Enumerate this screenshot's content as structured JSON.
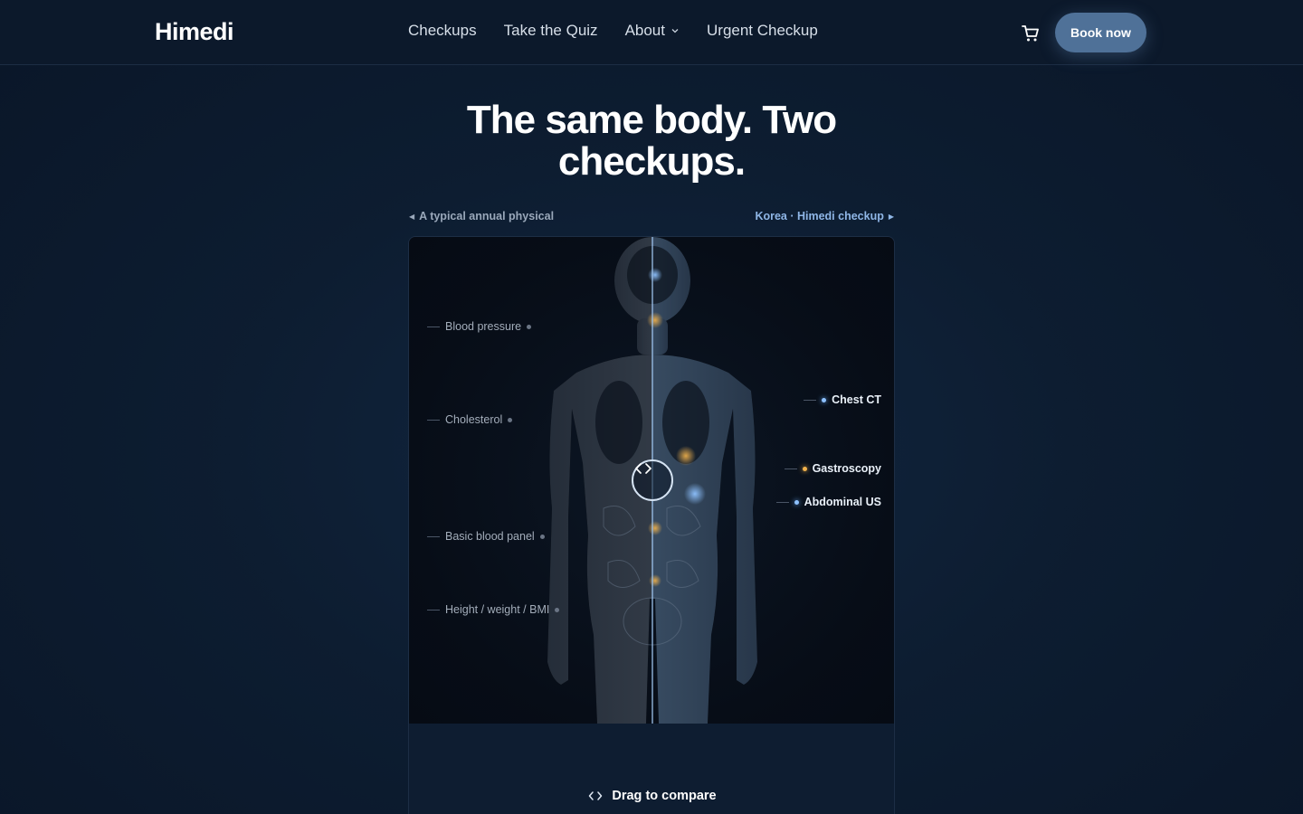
{
  "brand": {
    "logo": "Himedi"
  },
  "nav": {
    "links": [
      "Checkups",
      "Take the Quiz",
      "About",
      "Urgent Checkup"
    ],
    "cart_icon": "cart-icon",
    "book_label": "Book now"
  },
  "hero": {
    "title": "The same body. Two checkups."
  },
  "compare": {
    "left_label": "A typical annual physical",
    "right_label": "Korea · Himedi checkup",
    "left_items": [
      "Blood pressure",
      "Cholesterol",
      "Basic blood panel",
      "Height / weight / BMI"
    ],
    "right_items": [
      "Chest CT",
      "Gastroscopy",
      "Abdominal US"
    ],
    "drag_hint": "Drag to compare"
  },
  "colors": {
    "accent": "#4f7198",
    "blue_marker": "#8ec2ff",
    "gold_marker": "#f3b34c"
  }
}
